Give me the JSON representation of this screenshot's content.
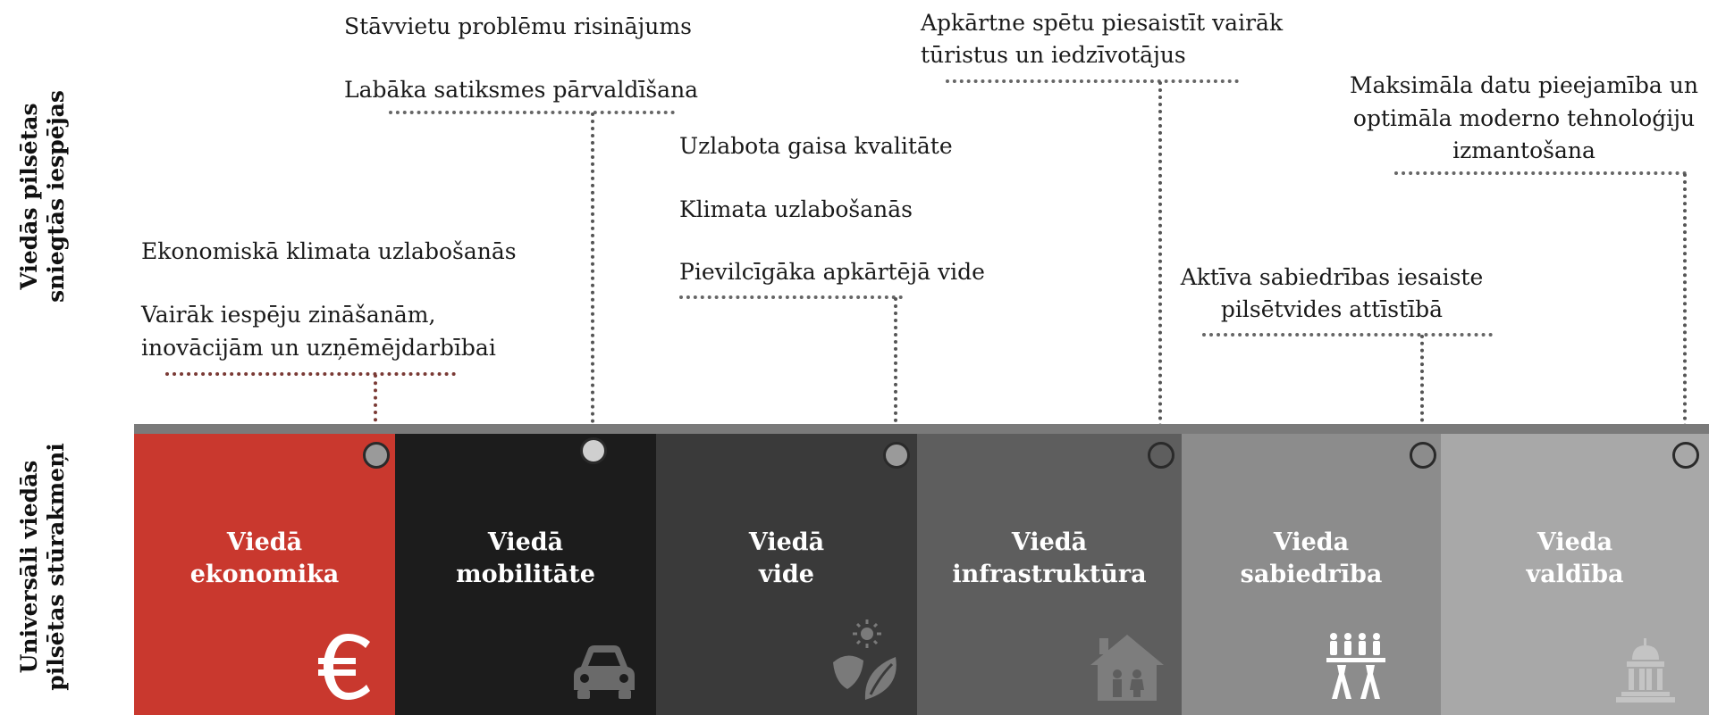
{
  "side_labels": {
    "top": [
      "Viedās pilsētas",
      "sniegtās iespējas"
    ],
    "bottom": [
      "Universāli viedās",
      "pilsētas stūrakmeņi"
    ]
  },
  "pillars": [
    {
      "line1": "Viedā",
      "line2": "ekonomika",
      "color": "#c9382e",
      "icon": "euro-icon"
    },
    {
      "line1": "Viedā",
      "line2": "mobilitāte",
      "color": "#1c1c1c",
      "icon": "car-icon"
    },
    {
      "line1": "Viedā",
      "line2": "vide",
      "color": "#3a3a3a",
      "icon": "leaf-sun-icon"
    },
    {
      "line1": "Viedā",
      "line2": "infrastruktūra",
      "color": "#5e5e5e",
      "icon": "house-icon"
    },
    {
      "line1": "Vieda",
      "line2": "sabiedrība",
      "color": "#8c8c8c",
      "icon": "people-icon"
    },
    {
      "line1": "Vieda",
      "line2": "valdība",
      "color": "#a8a8a8",
      "icon": "government-icon"
    }
  ],
  "benefits": {
    "economy": [
      "Ekonomiskā klimata uzlabošanās",
      "Vairāk iespēju zināšanām,",
      "inovācijām un uzņēmējdarbībai"
    ],
    "mobility": [
      "Stāvvietu problēmu risinājums",
      "Labāka satiksmes pārvaldīšana"
    ],
    "environment": [
      "Uzlabota gaisa kvalitāte",
      "Klimata uzlabošanās",
      "Pievilcīgāka apkārtējā vide"
    ],
    "infrastructure": [
      "Apkārtne spētu piesaistīt vairāk",
      "tūristus un iedzīvotājus"
    ],
    "society": [
      "Aktīva sabiedrības iesaiste",
      "pilsētvides attīstībā"
    ],
    "governance": [
      "Maksimāla datu pieejamība un",
      "optimāla moderno tehnoloģiju",
      "izmantošana"
    ]
  }
}
